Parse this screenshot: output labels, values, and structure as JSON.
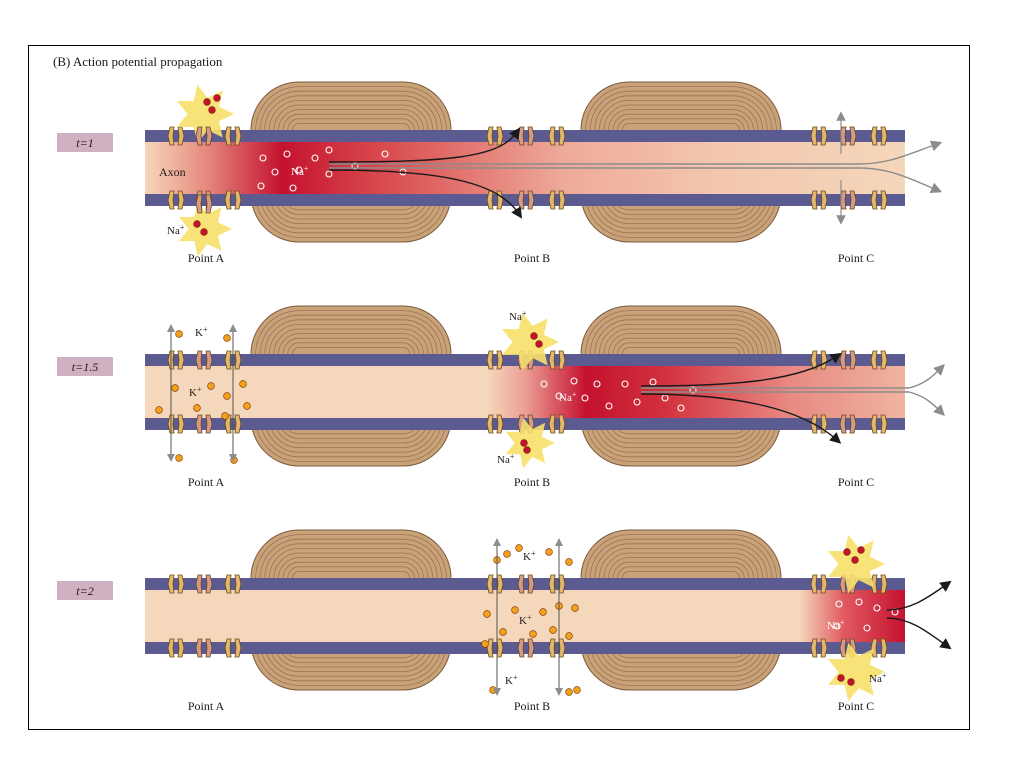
{
  "figure": {
    "title": "(B) Action potential propagation",
    "axon_label": "Axon",
    "point_labels": [
      "Point A",
      "Point B",
      "Point C"
    ],
    "panels": [
      {
        "time": "t=1"
      },
      {
        "time": "t=1.5"
      },
      {
        "time": "t=2"
      }
    ],
    "ions": {
      "sodium": "Na+",
      "potassium": "K+"
    },
    "colors": {
      "membrane": "#5b5b92",
      "axoplasm": "#f5d7bb",
      "myelin": "#c9a27a",
      "channel": "#e2b86e",
      "na_channel": "#d59a8a",
      "depolarized": "#c4122f",
      "sodium_ion": "#c4122f",
      "potassium_ion": "#f2a11a",
      "spark": "#f7e06a",
      "label_box": "#cfb1c2"
    }
  }
}
